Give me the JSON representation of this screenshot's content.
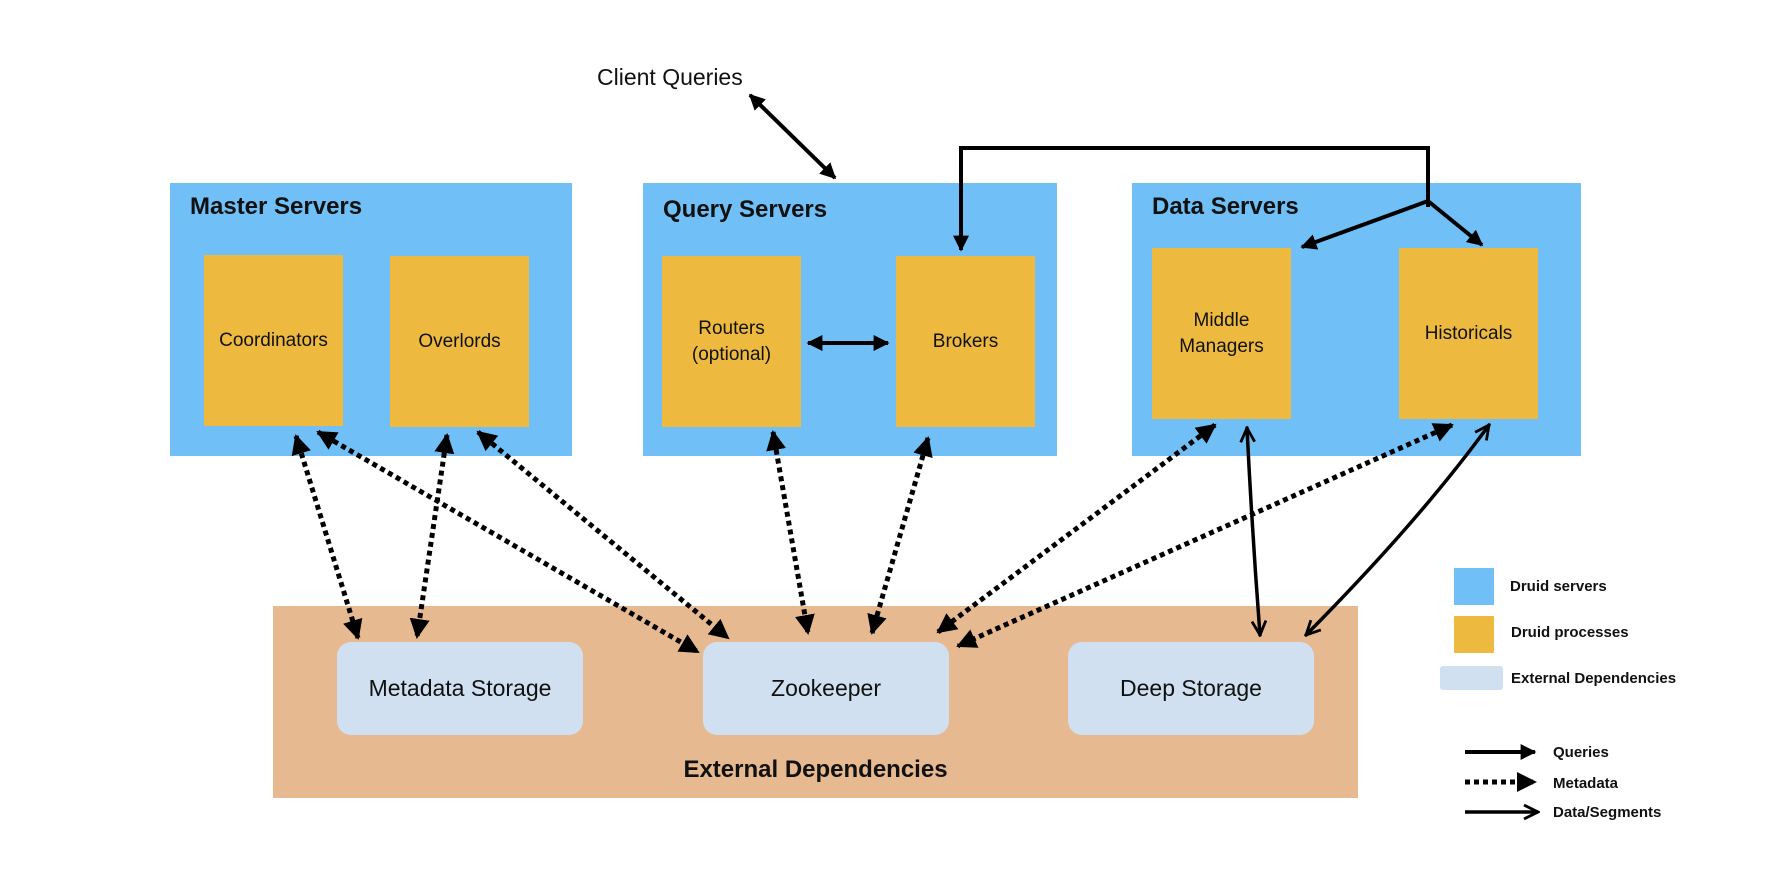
{
  "client_queries": "Client Queries",
  "colors": {
    "druid_servers": "#70bff7",
    "druid_processes": "#edba3f",
    "external_band": "#e7b990",
    "external_box": "#d0e0f0",
    "arrow": "#000000"
  },
  "servers": {
    "master": {
      "title": "Master Servers",
      "processes": [
        "Coordinators",
        "Overlords"
      ]
    },
    "query": {
      "title": "Query Servers",
      "processes": [
        "Routers\n(optional)",
        "Brokers"
      ]
    },
    "data": {
      "title": "Data Servers",
      "processes": [
        "Middle\nManagers",
        "Historicals"
      ]
    }
  },
  "external": {
    "title": "External Dependencies",
    "boxes": [
      "Metadata Storage",
      "Zookeeper",
      "Deep Storage"
    ]
  },
  "legend": {
    "swatches": [
      {
        "label": "Druid servers",
        "color": "#70bff7"
      },
      {
        "label": "Druid processes",
        "color": "#edba3f"
      },
      {
        "label": "External Dependencies",
        "color": "#d0e0f0"
      }
    ],
    "arrows": [
      {
        "label": "Queries",
        "style": "solid"
      },
      {
        "label": "Metadata",
        "style": "dotted"
      },
      {
        "label": "Data/Segments",
        "style": "sketchy"
      }
    ]
  },
  "connections": [
    {
      "from": "Client Queries",
      "to": "Query Servers",
      "type": "queries",
      "bidirectional": true
    },
    {
      "from": "Routers",
      "to": "Brokers",
      "type": "queries",
      "bidirectional": true
    },
    {
      "from": "Data Servers",
      "to": "Brokers",
      "type": "queries"
    },
    {
      "from": "Data Servers",
      "to": "Middle Managers",
      "type": "queries"
    },
    {
      "from": "Data Servers",
      "to": "Historicals",
      "type": "queries"
    },
    {
      "from": "Coordinators",
      "to": "Metadata Storage",
      "type": "metadata",
      "bidirectional": true
    },
    {
      "from": "Coordinators",
      "to": "Zookeeper",
      "type": "metadata",
      "bidirectional": true
    },
    {
      "from": "Overlords",
      "to": "Metadata Storage",
      "type": "metadata",
      "bidirectional": true
    },
    {
      "from": "Overlords",
      "to": "Zookeeper",
      "type": "metadata",
      "bidirectional": true
    },
    {
      "from": "Routers",
      "to": "Zookeeper",
      "type": "metadata",
      "bidirectional": true
    },
    {
      "from": "Brokers",
      "to": "Zookeeper",
      "type": "metadata",
      "bidirectional": true
    },
    {
      "from": "Middle Managers",
      "to": "Zookeeper",
      "type": "metadata",
      "bidirectional": true
    },
    {
      "from": "Historicals",
      "to": "Zookeeper",
      "type": "metadata",
      "bidirectional": true
    },
    {
      "from": "Middle Managers",
      "to": "Deep Storage",
      "type": "data",
      "bidirectional": true
    },
    {
      "from": "Historicals",
      "to": "Deep Storage",
      "type": "data",
      "bidirectional": true
    }
  ]
}
